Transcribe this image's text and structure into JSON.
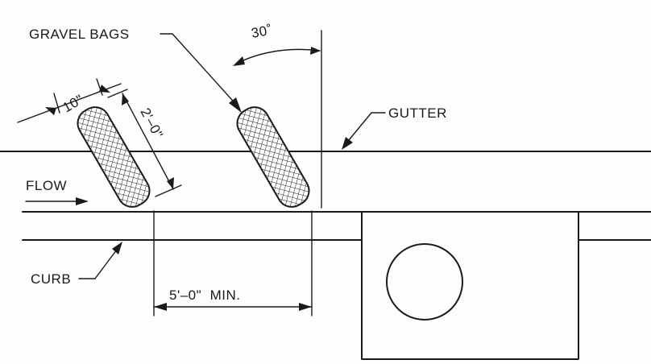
{
  "labels": {
    "gravel_bags": "GRAVEL BAGS",
    "angle": "30˚",
    "gutter": "GUTTER",
    "width": "10\"",
    "length": "2'–0\"",
    "flow": "FLOW",
    "curb": "CURB",
    "spacing": "5'–0\"  MIN."
  },
  "colors": {
    "ink": "#1a1a1a",
    "paper": "#fdfdfd"
  }
}
